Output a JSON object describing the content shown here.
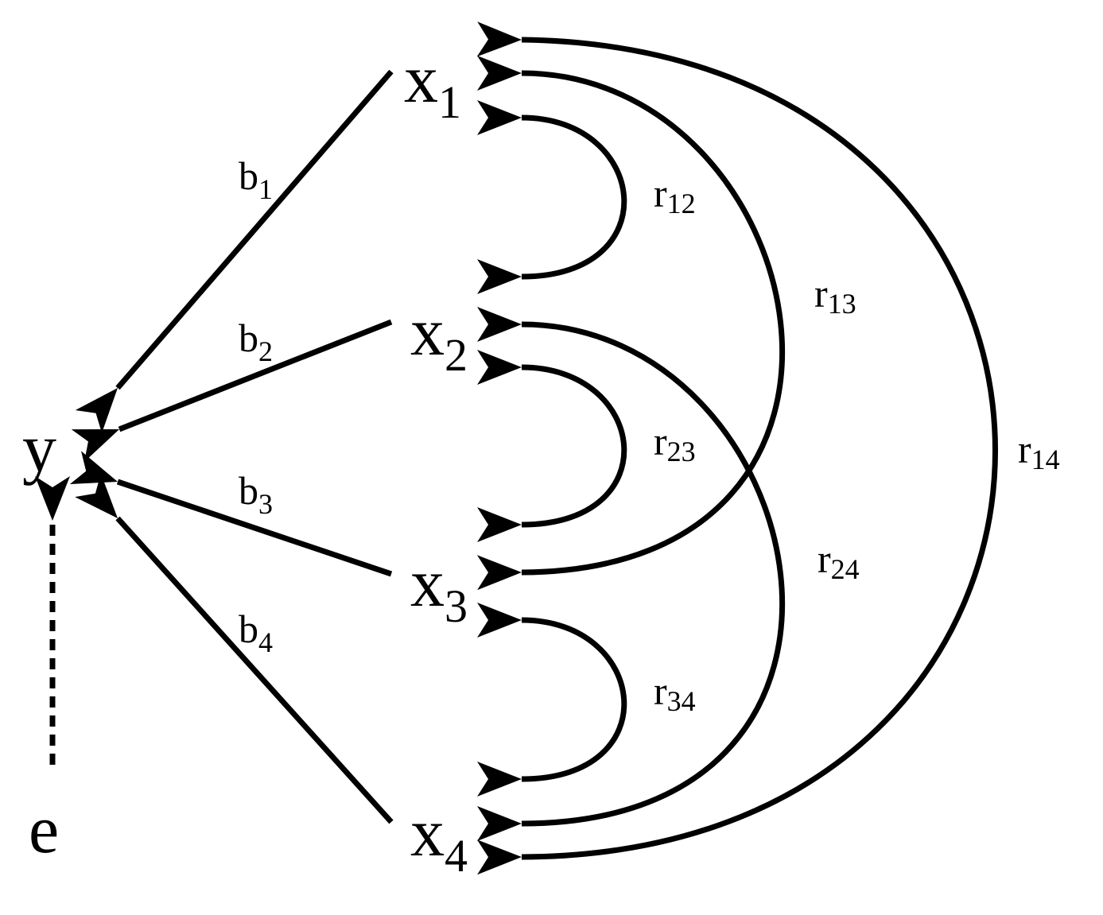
{
  "diagram": {
    "outcome": {
      "label": "y"
    },
    "error": {
      "label": "e"
    },
    "predictors": [
      {
        "base": "x",
        "sub": "1"
      },
      {
        "base": "x",
        "sub": "2"
      },
      {
        "base": "x",
        "sub": "3"
      },
      {
        "base": "x",
        "sub": "4"
      }
    ],
    "path_coefficients": [
      {
        "base": "b",
        "sub": "1"
      },
      {
        "base": "b",
        "sub": "2"
      },
      {
        "base": "b",
        "sub": "3"
      },
      {
        "base": "b",
        "sub": "4"
      }
    ],
    "correlations": [
      {
        "base": "r",
        "sub": "12"
      },
      {
        "base": "r",
        "sub": "13"
      },
      {
        "base": "r",
        "sub": "14"
      },
      {
        "base": "r",
        "sub": "23"
      },
      {
        "base": "r",
        "sub": "24"
      },
      {
        "base": "r",
        "sub": "34"
      }
    ],
    "colors": {
      "ink": "#000000",
      "background": "#ffffff"
    }
  }
}
